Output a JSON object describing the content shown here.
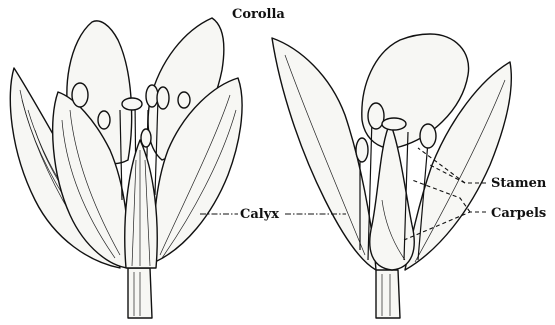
{
  "labels": {
    "corolla": "Corolla",
    "calyx": "Calyx",
    "stamen": "Stamen",
    "carpels": "Carpels"
  },
  "colors": {
    "ink": "#111111",
    "paper": "#ffffff"
  }
}
